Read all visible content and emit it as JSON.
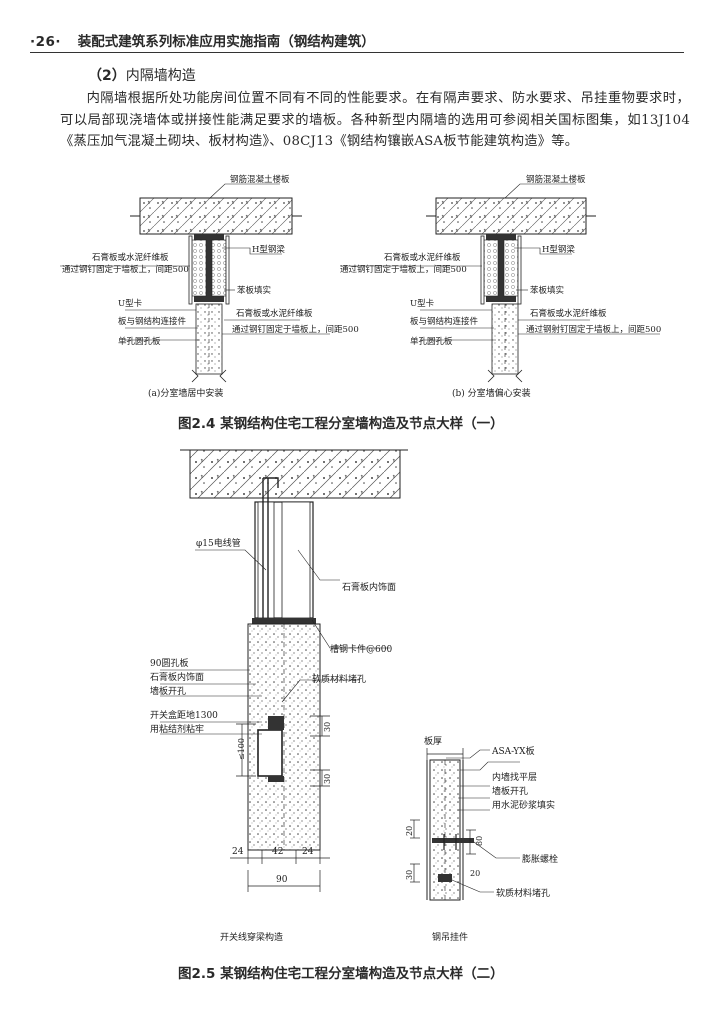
{
  "header": {
    "page_number": "·26·",
    "book_title": "装配式建筑系列标准应用实施指南（钢结构建筑）"
  },
  "section": {
    "number": "（2）",
    "title": "内隔墙构造"
  },
  "body_text": "内隔墙根据所处功能房间位置不同有不同的性能要求。在有隔声要求、防水要求、吊挂重物要求时，可以局部现浇墙体或拼接性能满足要求的墙板。各种新型内隔墙的选用可参阅相关国标图集，如13J104《蒸压加气混凝土砌块、板材构造》、08CJ13《钢结构镶嵌ASA板节能建筑构造》等。",
  "figure_2_4": {
    "caption": "图2.4  某钢结构住宅工程分室墙构造及节点大样（一）",
    "detail_a": {
      "slab_label": "钢筋混凝土楼板",
      "beam_label": "H型钢梁",
      "board_label_1": "石膏板或水泥纤维板",
      "board_label_2": "通过钢钉固定于墙板上，间距500",
      "filler_label": "苯板填实",
      "clip_label": "U型卡",
      "connector_label": "板与钢结构连接件",
      "board_label_3": "石膏板或水泥纤维板",
      "board_label_4": "通过钢钉固定于墙板上，间距500",
      "panel_label": "单孔圆孔板",
      "sub_caption": "(a)分室墙居中安装"
    },
    "detail_b": {
      "slab_label": "钢筋混凝土楼板",
      "beam_label": "H型钢梁",
      "board_label_1": "石膏板或水泥纤维板",
      "board_label_2": "通过钢钉固定于墙板上，间距500",
      "filler_label": "苯板填实",
      "clip_label": "U型卡",
      "connector_label": "板与钢结构连接件",
      "board_label_3": "石膏板或水泥纤维板",
      "board_label_4": "通过钢射钉固定于墙板上，间距500",
      "panel_label": "单孔圆孔板",
      "sub_caption": "(b)  分室墙偏心安装"
    }
  },
  "figure_2_5": {
    "caption": "图2.5  某钢结构住宅工程分室墙构造及节点大样（二）",
    "left_detail": {
      "conduit_label": "φ15电线管",
      "gypsum_face_label": "石膏板内饰面",
      "channel_clip_label": "槽钢卡件@600",
      "panel_label": "90圆孔板",
      "gypsum_label": "石膏板内饰面",
      "hole_label": "墙板开孔",
      "soft_fill_label": "软质材料堵孔",
      "switch_label": "开关盒距地1300",
      "adhesive_label": "用粘结剂粘牢",
      "dim_le100": "≤100",
      "dim_30a": "30",
      "dim_30b": "30",
      "dim_24a": "24",
      "dim_42": "42",
      "dim_24b": "24",
      "dim_90": "90",
      "sub_caption": "开关线穿梁构造"
    },
    "right_detail": {
      "thickness_label": "板厚",
      "board_label": "ASA-YX板",
      "level_label": "内墙找平层",
      "hole_label": "墙板开孔",
      "mortar_label": "用水泥砂浆填实",
      "bolt_label": "膨胀螺栓",
      "soft_fill_label": "软质材料堵孔",
      "dim_20": "20",
      "dim_80": "80",
      "dim_30": "30",
      "dim_20b": "20",
      "sub_caption": "钢吊挂件"
    }
  }
}
